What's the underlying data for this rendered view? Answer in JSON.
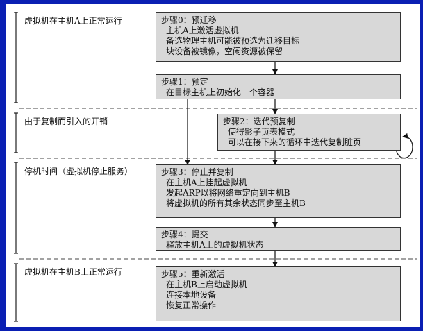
{
  "phases": [
    "虚拟机在主机A上正常运行",
    "由于复制而引入的开销",
    "停机时间（虚拟机停止服务）",
    "虚拟机在主机B上正常运行"
  ],
  "steps": [
    {
      "title": "步骤0：预迁移",
      "lines": [
        "主机A上激活虚拟机",
        "备选物理主机可能被预选为迁移目标",
        "块设备被镜像，空闲资源被保留"
      ]
    },
    {
      "title": "步骤1：预定",
      "lines": [
        "在目标主机上初始化一个容器"
      ]
    },
    {
      "title": "步骤2：迭代预复制",
      "lines": [
        "使得影子页表模式",
        "可以在接下来的循环中迭代复制脏页"
      ]
    },
    {
      "title": "步骤3：停止并复制",
      "lines": [
        "在主机A上挂起虚拟机",
        "发起ARP以将网络重定向到主机B",
        "将虚拟机的所有其余状态同步至主机B"
      ]
    },
    {
      "title": "步骤4：提交",
      "lines": [
        "释放主机A上的虚拟机状态"
      ]
    },
    {
      "title": "步骤5：重新激活",
      "lines": [
        "在主机B上启动虚拟机",
        "连接本地设备",
        "恢复正常操作"
      ]
    }
  ]
}
